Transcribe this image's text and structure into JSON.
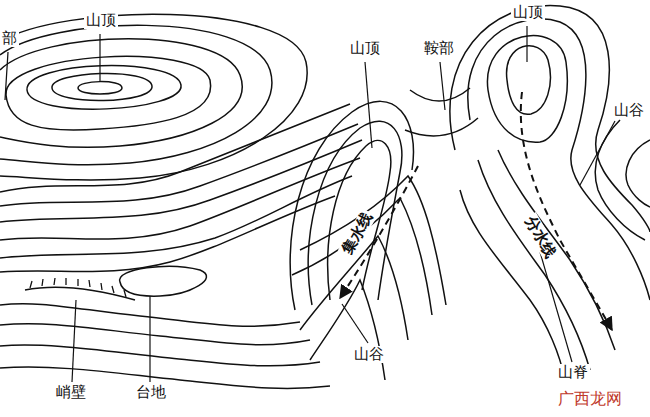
{
  "diagram": {
    "labels": [
      "部",
      "山顶",
      "山顶",
      "鞍部",
      "山顶",
      "山谷",
      "集水线",
      "分水线",
      "峭壁",
      "台地",
      "山谷",
      "山脊",
      "广西龙网"
    ]
  }
}
